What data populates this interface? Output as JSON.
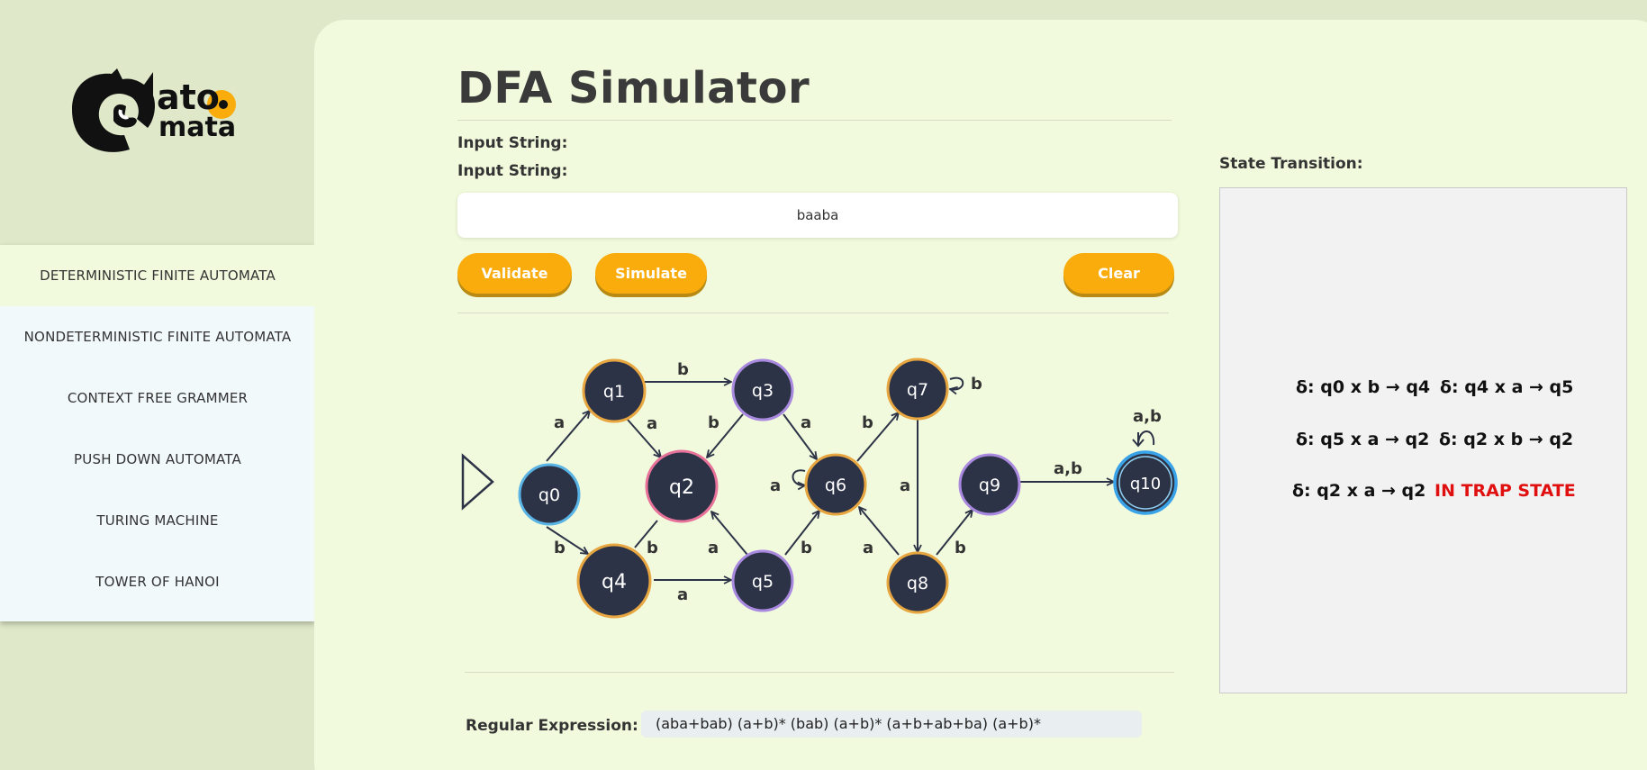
{
  "logo": {
    "line1": "ato",
    "line2": "mata"
  },
  "sidebar": {
    "items": [
      {
        "label": "DETERMINISTIC FINITE AUTOMATA",
        "active": true
      },
      {
        "label": "NONDETERMINISTIC FINITE AUTOMATA"
      },
      {
        "label": "CONTEXT FREE GRAMMER"
      },
      {
        "label": "PUSH DOWN AUTOMATA"
      },
      {
        "label": "TURING MACHINE"
      },
      {
        "label": "TOWER OF HANOI"
      }
    ]
  },
  "main": {
    "title": "DFA Simulator",
    "input_label_1": "Input String:",
    "input_label_2": "Input String:",
    "input_value": "baaba",
    "buttons": {
      "validate": "Validate",
      "simulate": "Simulate",
      "clear": "Clear"
    }
  },
  "diagram": {
    "states": [
      "q0",
      "q1",
      "q2",
      "q3",
      "q4",
      "q5",
      "q6",
      "q7",
      "q8",
      "q9",
      "q10"
    ],
    "edge_labels": {
      "q0_q1": "a",
      "q0_q4": "b",
      "q1_q3": "b",
      "q1_q2": "a",
      "q3_q2": "b",
      "q3_q6": "a",
      "q4_q2": "b",
      "q4_q5": "a",
      "q5_q2": "a",
      "q5_q6": "b",
      "q6_loop": "a",
      "q6_q7": "b",
      "q7_loop": "b",
      "q7_q8": "a",
      "q8_q6": "a",
      "q8_q9": "b",
      "q9_q10": "a,b",
      "q10_loop": "a,b"
    },
    "colors": {
      "node_fill": "#2d3347",
      "q0": "#5ab4e6",
      "q1": "#e8a640",
      "q2": "#e8729a",
      "q3": "#a98ae0",
      "q4": "#e8a640",
      "q5": "#a98ae0",
      "q6": "#e8a640",
      "q7": "#e8a640",
      "q8": "#e8a640",
      "q9": "#a98ae0",
      "q10": "#3aa3e8"
    }
  },
  "transitions": {
    "title": "State Transition:",
    "rows": [
      [
        "δ: q0 x b → q4",
        "δ: q4 x a → q5"
      ],
      [
        "δ: q5 x a → q2",
        "δ: q2 x b → q2"
      ],
      [
        "δ: q2 x a → q2",
        "IN TRAP STATE"
      ]
    ],
    "trap_color": "#e01010"
  },
  "regex": {
    "label": "Regular Expression:",
    "value": "(aba+bab) (a+b)* (bab) (a+b)* (a+b+ab+ba) (a+b)*"
  }
}
